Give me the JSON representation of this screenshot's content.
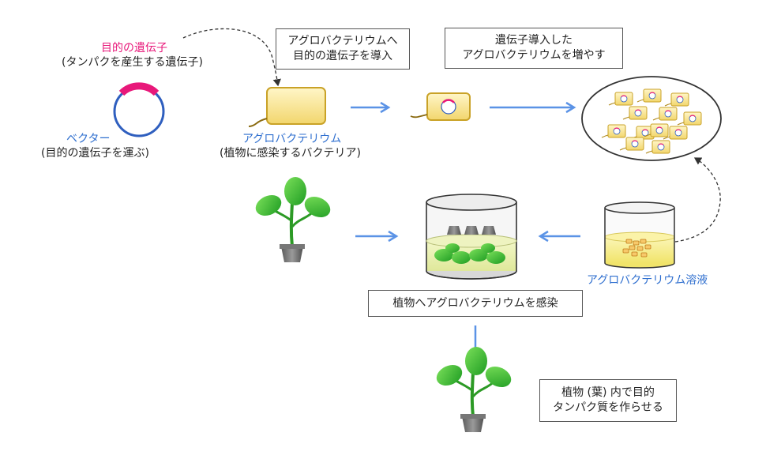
{
  "vector": {
    "gene_label": "目的の遺伝子",
    "gene_sub": "(タンパクを産生する遺伝子)",
    "vector_label": "ベクター",
    "vector_sub": "(目的の遺伝子を運ぶ)"
  },
  "agro": {
    "label": "アグロバクテリウム",
    "sub": "(植物に感染するバクテリア)"
  },
  "step_boxes": {
    "introduce_line1": "アグロバクテリウムへ",
    "introduce_line2": "目的の遺伝子を導入",
    "grow_line1": "遺伝子導入した",
    "grow_line2": "アグロバクテリウムを増やす",
    "infect": "植物へアグロバクテリウムを感染",
    "produce_line1": "植物 (葉) 内で目的",
    "produce_line2": "タンパク質を作らせる"
  },
  "solution_label": "アグロバクテリウム溶液",
  "colors": {
    "gene_pink": "#e8187a",
    "vector_blue": "#2f5fbf",
    "label_blue": "#2f6fcf",
    "arrow_blue": "#5b93e6",
    "bacteria_fill": "#f7e08a",
    "bacteria_stroke": "#c9a227",
    "leaf_green": "#3cb92f",
    "pot_gray": "#6a6a6a"
  }
}
